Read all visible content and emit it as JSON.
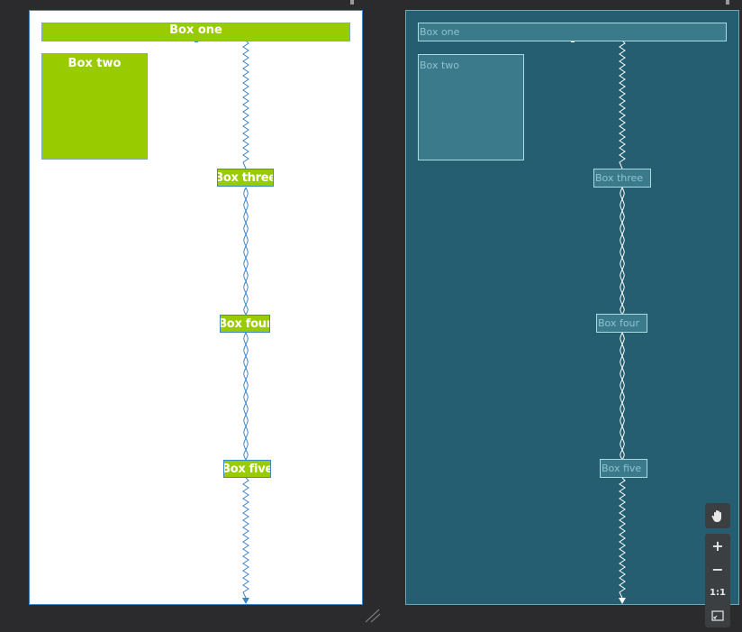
{
  "design": {
    "box_one": "Box one",
    "box_two": "Box two",
    "box_three": "Box three",
    "box_four": "Box four",
    "box_five": "Box five"
  },
  "blueprint": {
    "box_one": "Box one",
    "box_two": "Box two",
    "box_three": "Box three",
    "box_four": "Box four",
    "box_five": "Box five"
  },
  "toolbar": {
    "zoom_in": "+",
    "zoom_out": "−",
    "actual_size": "1:1"
  },
  "colors": {
    "widget_green": "#99cc00",
    "design_constraint": "#3f86c8",
    "blueprint_bg": "#245e70",
    "editor_bg": "#2b2b2d"
  },
  "icons": [
    "pan-hand-icon",
    "zoom-in-icon",
    "zoom-out-icon",
    "actual-size-icon",
    "zoom-to-fit-icon",
    "resize-handle-icon"
  ]
}
